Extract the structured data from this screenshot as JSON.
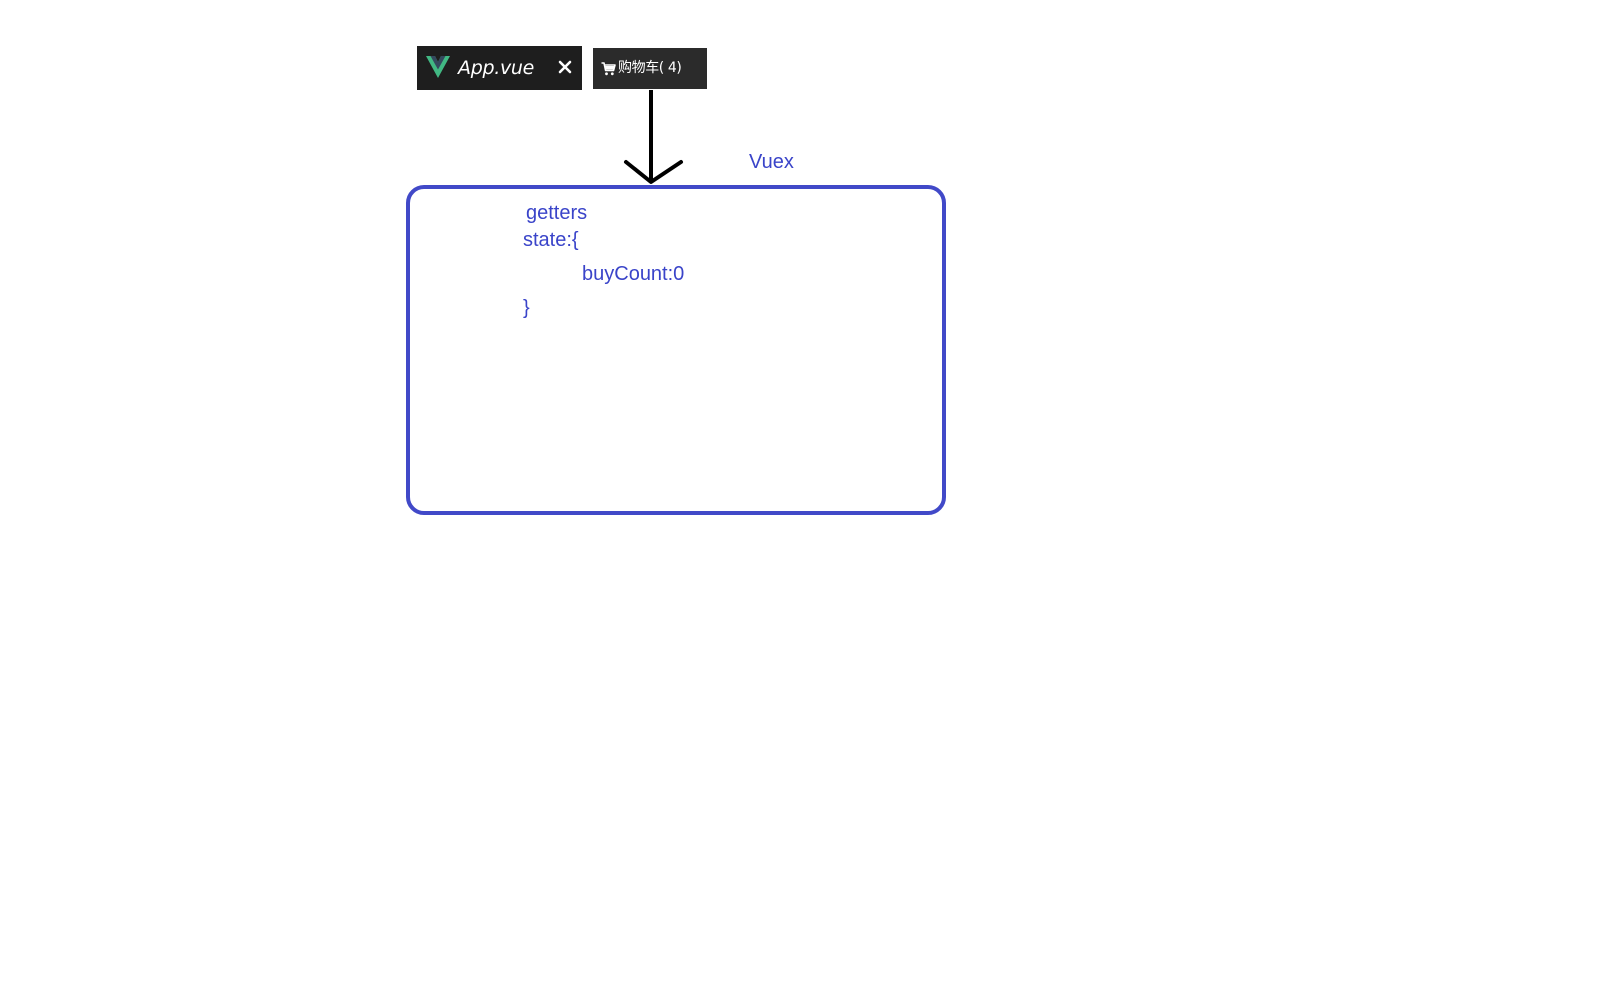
{
  "editor_tab": {
    "label": "App.vue",
    "icon": "vue-logo-icon",
    "close_icon": "close-icon"
  },
  "cart_button": {
    "icon": "shopping-cart-icon",
    "label": "购物车( 4)"
  },
  "diagram": {
    "store_label": "Vuex",
    "store_contents": {
      "getters": "getters",
      "state_open": "state:{",
      "buy_count": "buyCount:0",
      "state_close": "}"
    },
    "arrow_icon": "down-arrow-icon"
  },
  "colors": {
    "store_blue": "#4149c8",
    "text_blue": "#3a44c9",
    "tab_bg": "#1e1e1e",
    "button_bg": "#2b2b2b",
    "vue_green": "#41b883",
    "vue_dark": "#35495e"
  }
}
